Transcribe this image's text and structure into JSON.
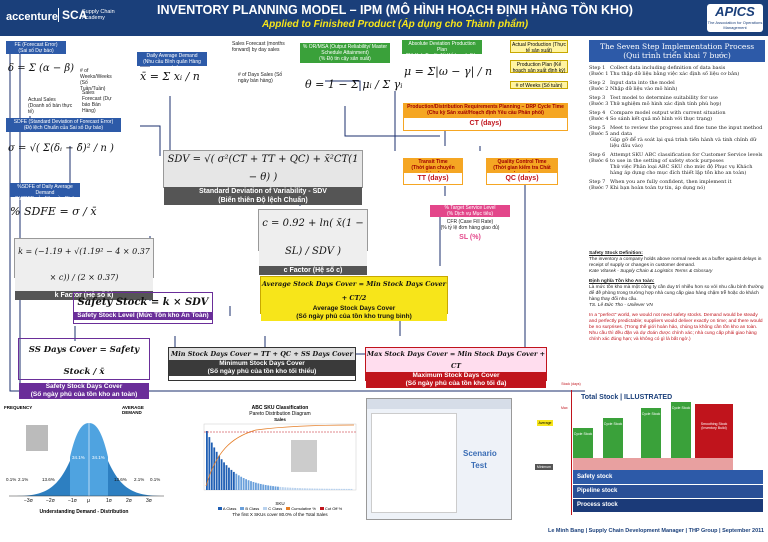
{
  "header": {
    "logo_accenture": "accenture",
    "logo_sca": "SCA",
    "logo_sca_sub": "Supply Chain Academy",
    "title": "INVENTORY PLANNING MODEL – IPM (MÔ HÌNH HOẠCH ĐỊNH HÀNG TỒN KHO)",
    "subtitle": "Applied to Finished Product (Áp dụng cho Thành phẩm)",
    "apics": "APICS",
    "apics_sub": "The Association for Operations Management"
  },
  "left": {
    "fe_label": "FE (Forecast Error)",
    "fe_label_vn": "(Sai số Dự báo)",
    "fe_formula": "δ = Σ (α − β)",
    "weeks_note": "# of Weeks/Weeks (Số Tuần/Tuần)",
    "sales_forecast": "Sales Forecast (Dự báo Bán Hàng)",
    "actual_sales": "Actual Sales (Doanh số bán thực tế)",
    "sdfe_label": "SDFE (Standard Deviation of Forecast Error)",
    "sdfe_label_vn": "(Độ lệch Chuẩn của Sai số Dự báo)",
    "sdfe_formula": "σ = √( Σ(δᵢ − δ̄)² / n )",
    "pct_sdfe_label": "%SDFE of Daily Average Demand",
    "pct_sdfe_label_vn": "(%SDFE của Nhu cầu Bình quân Hàng ngày)",
    "pct_sdfe_formula": "% SDFE = σ / x̄",
    "k_formula": "k = (−1.19 + √(1.19² − 4 × 0.37 × c)) / (2 × 0.37)",
    "k_label": "k Factor (Hệ số k)"
  },
  "demand": {
    "dad_label": "Daily Average Demand",
    "dad_label_vn": "(Nhu cầu Bình quân Hàng ngày)",
    "dad_formula": "x̄ = Σ xᵢ / n",
    "sales_forecast_note": "Sales Forecast (months forward) by day sales",
    "days_sales": "# of Days Sales (Số ngày bán hàng)"
  },
  "otif": {
    "label": "% OR/MSA (Output Reliability/ Master Schedule Attainment)",
    "label_vn": "(% Độ tin cậy sản xuất)",
    "formula": "θ = 1 − Σ μᵢ / Σ γᵢ"
  },
  "prod": {
    "label": "Absolute Deviation Production Plan",
    "label_vn": "(Độ lệch Tuyệt đối Kế hoạch Sản xuất)",
    "formula": "μ = Σ|ω − γ| / n",
    "actual_production": "Actual Production (Thực tế sản xuất)",
    "production_plan": "Production Plan (Kế hoạch sản xuất định kỳ)",
    "weeks": "# of Weeks (Số tuần)",
    "drp_label": "Production/Distribution Requirements Planning – DRP Cycle Time",
    "drp_label_vn": "(Chu kỳ Sản xuất/Hoạch định Yêu cầu Phân phối)",
    "ct": "CT (days)"
  },
  "transit": {
    "tt_label": "Transit Time",
    "tt_label_vn": "(Thời gian chuyển hàng)",
    "tt": "TT (days)",
    "qc_label": "Quality Control Time",
    "qc_label_vn": "(Thời gian kiểm tra Chất lượng)",
    "qc": "QC (days)"
  },
  "sdv": {
    "formula": "SDV = √( σ²(CT + TT + QC) + x̄²CT(1 − θ) )",
    "label": "Standard Deviation of Variability - SDV",
    "label_vn": "(Biến thiên Độ lệch Chuẩn)"
  },
  "c_factor": {
    "formula": "c = 0.92 + ln( x̄(1 − SL) / SDV )",
    "label": "c Factor (Hệ số c)"
  },
  "service_level": {
    "label": "% Target Service Level",
    "label_vn": "(% Dịch vụ Mục tiêu)",
    "cfr": "CFR (Case Fill Rate)",
    "cfr_vn": "(% tỷ lệ đơn hàng giao đủ)",
    "sl": "SL (%)"
  },
  "avg_cover": {
    "formula": "Average Stock Days Cover = Min Stock Days Cover + CT/2",
    "label": "Average Stock Days Cover",
    "label_vn": "(Số ngày phủ của tồn kho trung bình)"
  },
  "safety": {
    "formula": "Safety Stock = k × SDV",
    "label": "Safety Stock Level (Mức Tồn kho An Toàn)",
    "days_formula": "SS Days Cover = Safety Stock / x̄",
    "days_label": "Safety Stock Days Cover",
    "days_label_vn": "(Số ngày phủ của tồn kho an toàn)"
  },
  "min_cover": {
    "formula": "Min Stock Days Cover = TT + QC + SS Days Cover",
    "label": "Minimum Stock Days Cover",
    "label_vn": "(Số ngày phủ của tồn kho tối thiểu)"
  },
  "max_cover": {
    "formula": "Max Stock Days Cover = Min Stock Days Cover + CT",
    "label": "Maximum Stock Days Cover",
    "label_vn": "(Số ngày phủ của tồn kho tối đa)"
  },
  "steps": {
    "title": "The Seven Step Implementation Process",
    "title_vn": "(Qui trình triển khai 7 bước)",
    "items": [
      {
        "no": "Step 1",
        "vn": "(Bước 1",
        "text": "Collect data including definition of data basis",
        "text_vn": "Thu thập dữ liệu bằng việc xác định số liệu cơ bản)"
      },
      {
        "no": "Step 2",
        "vn": "(Bước 2",
        "text": "Input data into the model",
        "text_vn": "Nhập dữ liệu vào mô hình)"
      },
      {
        "no": "Step 3",
        "vn": "(Bước 3",
        "text": "Test model to determine suitability for use",
        "text_vn": "Thử nghiệm mô hình xác định tính phù hợp)"
      },
      {
        "no": "Step 4",
        "vn": "(Bước 4",
        "text": "Compare model output with current situation",
        "text_vn": "So sánh kết quả mô hình với thực trạng)"
      },
      {
        "no": "Step 5",
        "vn": "(Bước 5",
        "text": "Meet to review the progress and fine tune the input method and data",
        "text_vn": "Gặp gỡ để rà soát lại quá trình tiến hành và tinh chỉnh dữ liệu đầu vào)"
      },
      {
        "no": "Step 6",
        "vn": "(Bước 6",
        "text": "Attempt SKU ABC classification for Customer Service levels to use in the setting of safety stock purposes",
        "text_vn": "Thử việc Phân loại ABC SKU cho mức độ Phục vụ Khách hàng áp dụng cho mục đích thiết lập tồn kho an toàn)"
      },
      {
        "no": "Step 7",
        "vn": "(Bước 7",
        "text": "When you are fully confident, then implement it",
        "text_vn": "Khi bạn hoàn toàn tự tin, áp dụng nó)"
      }
    ]
  },
  "definitions": {
    "ss_title": "Safety Stock Definition:",
    "ss_text": "The inventory a company holds above normal needs as a buffer against delays in receipt of supply or changes in customer demand.",
    "ss_source": "Kate Vitasek - Supply Chain & Logistics Terms & Glossary",
    "vn_title": "Định nghĩa Tồn kho An toàn:",
    "vn_text": "Là mức tồn kho mà một công ty cần duy trì nhiều hơn so với nhu cầu bình thường để đề phòng trong trường hợp nhà cung cấp giao hàng chậm trễ hoặc do khách hàng thay đổi nhu cầu.",
    "vn_source": "TS. Lê Đức Tho - Unilever VN",
    "quote": "In a \"perfect\" world, we would not need safety stocks. Demand would be steady and perfectly predictable; suppliers would deliver exactly on time; and there would be no surprises. (Trong thế giới hoàn hảo, chúng ta không cần tồn kho an toàn. Nhu cầu thì đều đặn và dự đoán được chính xác; nhà cung cấp phải giao hàng chính xác đúng hạn; và không có gì là bất ngờ.)"
  },
  "distribution": {
    "frequency": "FREQUENCY",
    "avg_demand": "AVERAGE DEMAND",
    "title": "Understanding Demand - Distribution",
    "xticks": [
      "−3σ",
      "−2σ",
      "−1σ",
      "μ",
      "1σ",
      "2σ",
      "3σ"
    ],
    "pcts": [
      "0.1%",
      "2.1%",
      "13.6%",
      "34.1%",
      "34.1%",
      "13.6%",
      "2.1%",
      "0.1%"
    ]
  },
  "pareto": {
    "title": "ABC SKU Classification",
    "subtitle": "Pareto Distribution Diagram",
    "series_name": "Sales",
    "caption": "The first X SKUs cover 80.0% of the Total Sales",
    "xlabel": "SKU",
    "legend": [
      "A Class",
      "B Class",
      "C Class",
      "Cumulative %",
      "Cut Off %"
    ]
  },
  "scenario": {
    "label": "Scenario",
    "label2": "Test"
  },
  "total_stock": {
    "title": "Total Stock | ILLUSTRATED",
    "stock_axis": "Stock (days)",
    "max": "Max",
    "average": "Average",
    "min": "Minimum",
    "cycle_stock": "Cycle Stock",
    "smoothing_stock": "Smoothing Stock (Inventory Build)",
    "safety_stock": "Safety stock",
    "pipeline_stock": "Pipeline stock",
    "process_stock": "Process stock"
  },
  "footer": "Le Minh Bang | Supply Chain Development Manager | THP Group | September 2011",
  "colors": {
    "navy": "#1a3f7a",
    "green": "#3aa13a",
    "orange": "#f5a623",
    "purple": "#6a2e99",
    "red": "#c0141c",
    "yellow": "#f7e51a"
  }
}
